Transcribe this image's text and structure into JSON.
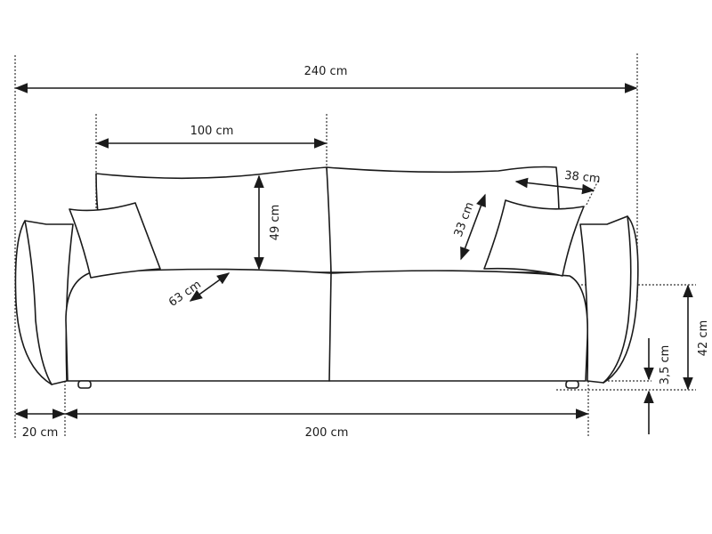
{
  "dimensions": {
    "total_width": "240 cm",
    "cushion_width": "100 cm",
    "cushion_height": "49 cm",
    "seat_depth": "63 cm",
    "pillow_height": "33 cm",
    "pillow_width": "38 cm",
    "seat_height": "42 cm",
    "leg_height": "3,5 cm",
    "armrest_width": "20 cm",
    "seat_width": "200 cm"
  },
  "colors": {
    "line": "#1a1a1a",
    "background": "#ffffff"
  }
}
